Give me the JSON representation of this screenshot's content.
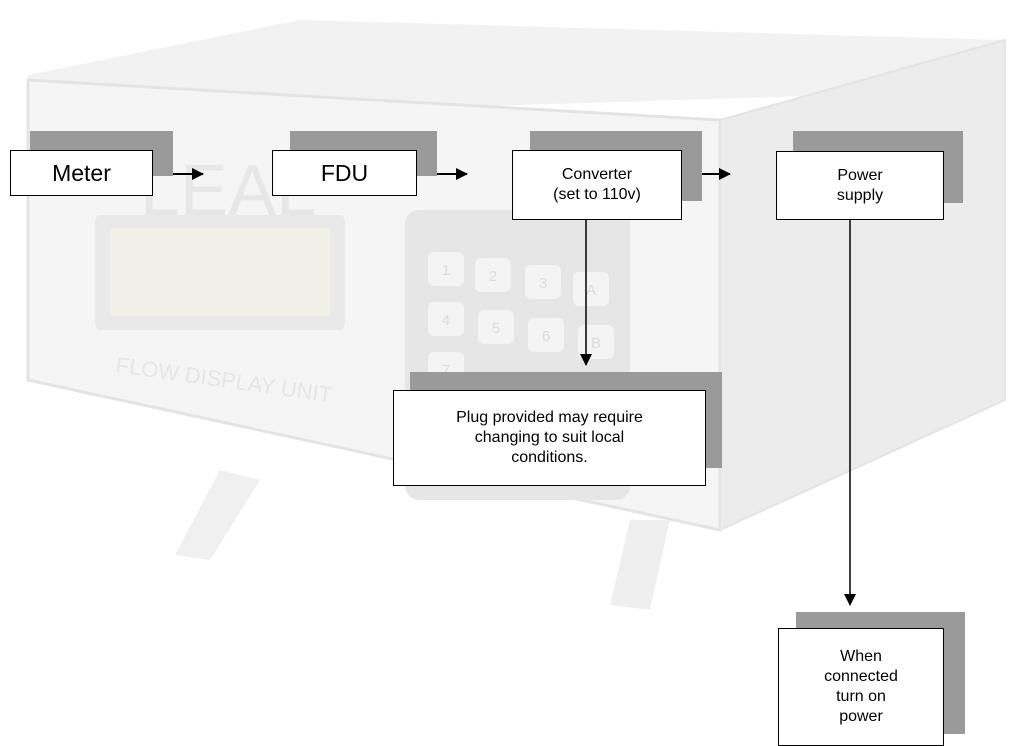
{
  "device": {
    "brand_text": "LEAL",
    "panel_label": "FLOW DISPLAY UNIT",
    "keypad_keys": [
      "1",
      "2",
      "3",
      "A",
      "4",
      "5",
      "6",
      "B",
      "7"
    ]
  },
  "nodes": {
    "meter": "Meter",
    "fdu": "FDU",
    "converter": "Converter\n(set to 110v)",
    "power_supply": "Power\nsupply",
    "plug_note": "Plug provided may require\nchanging to suit local\nconditions.",
    "power_note": "When\nconnected\nturn on\npower"
  },
  "colors": {
    "shadow": "#9a9a9a",
    "border": "#000000",
    "device_faded": "#e9e9e9"
  }
}
